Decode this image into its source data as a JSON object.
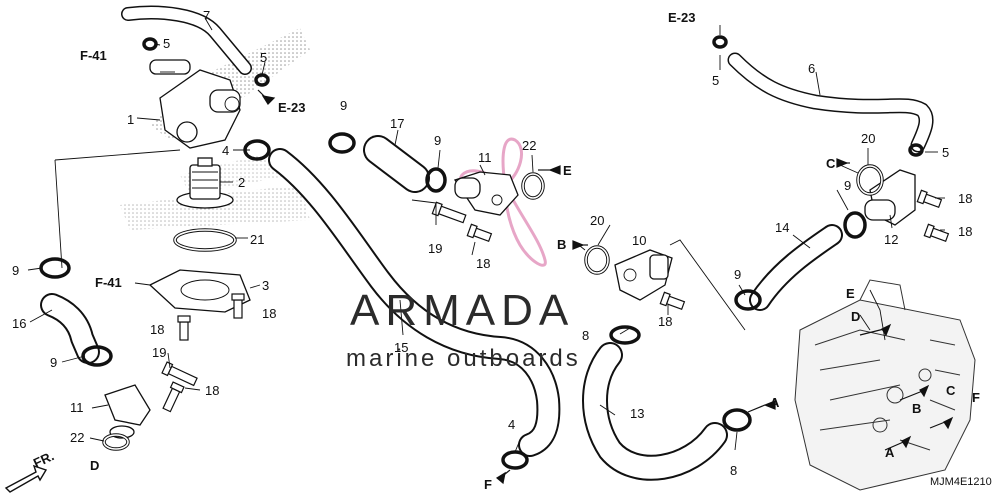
{
  "watermark": {
    "brand": "ARMADA",
    "tagline": "marine outboards"
  },
  "diagram_code": "MJM4E1210",
  "front_indicator": "FR.",
  "reference_labels": {
    "f41_top": "F-41",
    "f41_mid": "F-41",
    "e23_left": "E-23",
    "e23_right": "E-23",
    "e_mid": "E",
    "b_mid": "B",
    "c_right": "C",
    "d_left": "D",
    "f_bottom": "F",
    "a_right": "A",
    "engine_e": "E",
    "engine_d": "D",
    "engine_c": "C",
    "engine_b": "B",
    "engine_f": "F",
    "engine_a": "A"
  },
  "part_numbers": {
    "n1": "1",
    "n2": "2",
    "n3": "3",
    "n4_a": "4",
    "n4_b": "4",
    "n5_a": "5",
    "n5_b": "5",
    "n5_c": "5",
    "n5_d": "5",
    "n6": "6",
    "n7": "7",
    "n8_a": "8",
    "n8_b": "8",
    "n9_a": "9",
    "n9_b": "9",
    "n9_c": "9",
    "n9_d": "9",
    "n9_e": "9",
    "n9_f": "9",
    "n10": "10",
    "n11_a": "11",
    "n11_b": "11",
    "n12": "12",
    "n13": "13",
    "n14": "14",
    "n15": "15",
    "n16": "16",
    "n17": "17",
    "n18_a": "18",
    "n18_b": "18",
    "n18_c": "18",
    "n18_d": "18",
    "n18_e": "18",
    "n18_f": "18",
    "n19_a": "19",
    "n19_b": "19",
    "n20_a": "20",
    "n20_b": "20",
    "n21": "21",
    "n22_a": "22",
    "n22_b": "22"
  },
  "colors": {
    "line": "#111111",
    "watermark_pink": "#e7a6c7",
    "logo_dots": "#9a9a9a"
  }
}
